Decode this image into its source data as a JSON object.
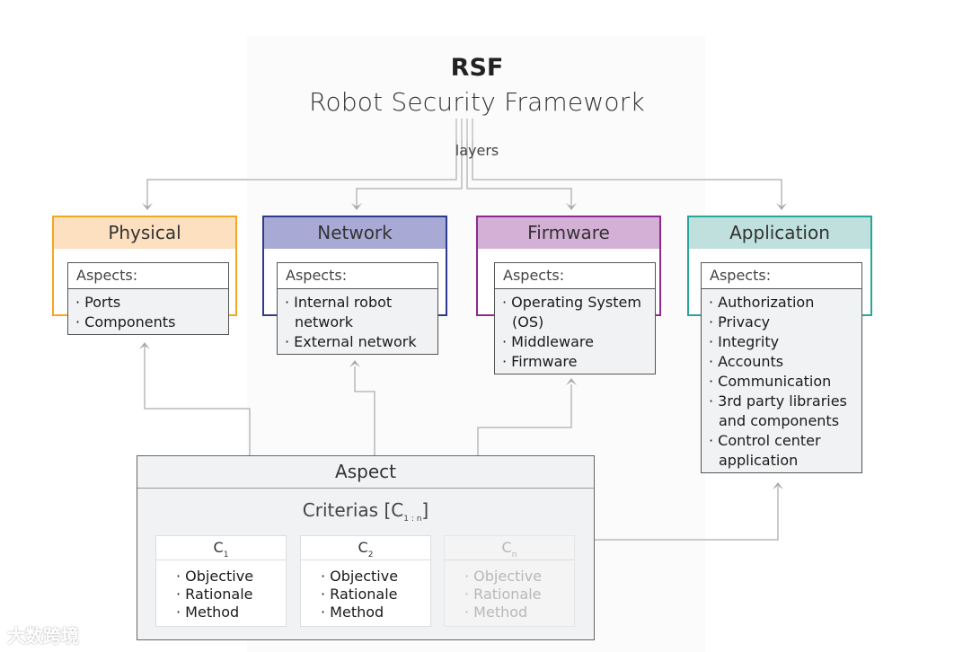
{
  "title": {
    "abbr": "RSF",
    "full": "Robot Security Framework",
    "connector_label": "layers"
  },
  "layers": [
    {
      "name": "Physical",
      "border_color": "#f5a623",
      "header_color": "#fde0bf",
      "aspects_label": "Aspects:",
      "aspects": [
        "Ports",
        "Components"
      ]
    },
    {
      "name": "Network",
      "border_color": "#2e3a8c",
      "header_color": "#a9a9d6",
      "aspects_label": "Aspects:",
      "aspects": [
        "Internal robot network",
        "External network"
      ]
    },
    {
      "name": "Firmware",
      "border_color": "#8e2a8e",
      "header_color": "#d4b0d6",
      "aspects_label": "Aspects:",
      "aspects": [
        "Operating System (OS)",
        "Middleware",
        "Firmware"
      ]
    },
    {
      "name": "Application",
      "border_color": "#2aa59a",
      "header_color": "#bfe0dc",
      "aspects_label": "Aspects:",
      "aspects": [
        "Authorization",
        "Privacy",
        "Integrity",
        "Accounts",
        "Communication",
        "3rd party libraries and components",
        "Control center application"
      ]
    }
  ],
  "aspect": {
    "title": "Aspect",
    "criterias_label": "Criterias [C",
    "criterias_sub": "1 : n",
    "criterias_close": "]",
    "criteria": [
      {
        "name": "C",
        "sub": "1",
        "items": [
          "Objective",
          "Rationale",
          "Method"
        ],
        "faded": false
      },
      {
        "name": "C",
        "sub": "2",
        "items": [
          "Objective",
          "Rationale",
          "Method"
        ],
        "faded": false
      },
      {
        "name": "C",
        "sub": "n",
        "items": [
          "Objective",
          "Rationale",
          "Method"
        ],
        "faded": true
      }
    ]
  },
  "watermark": "大数跨境"
}
